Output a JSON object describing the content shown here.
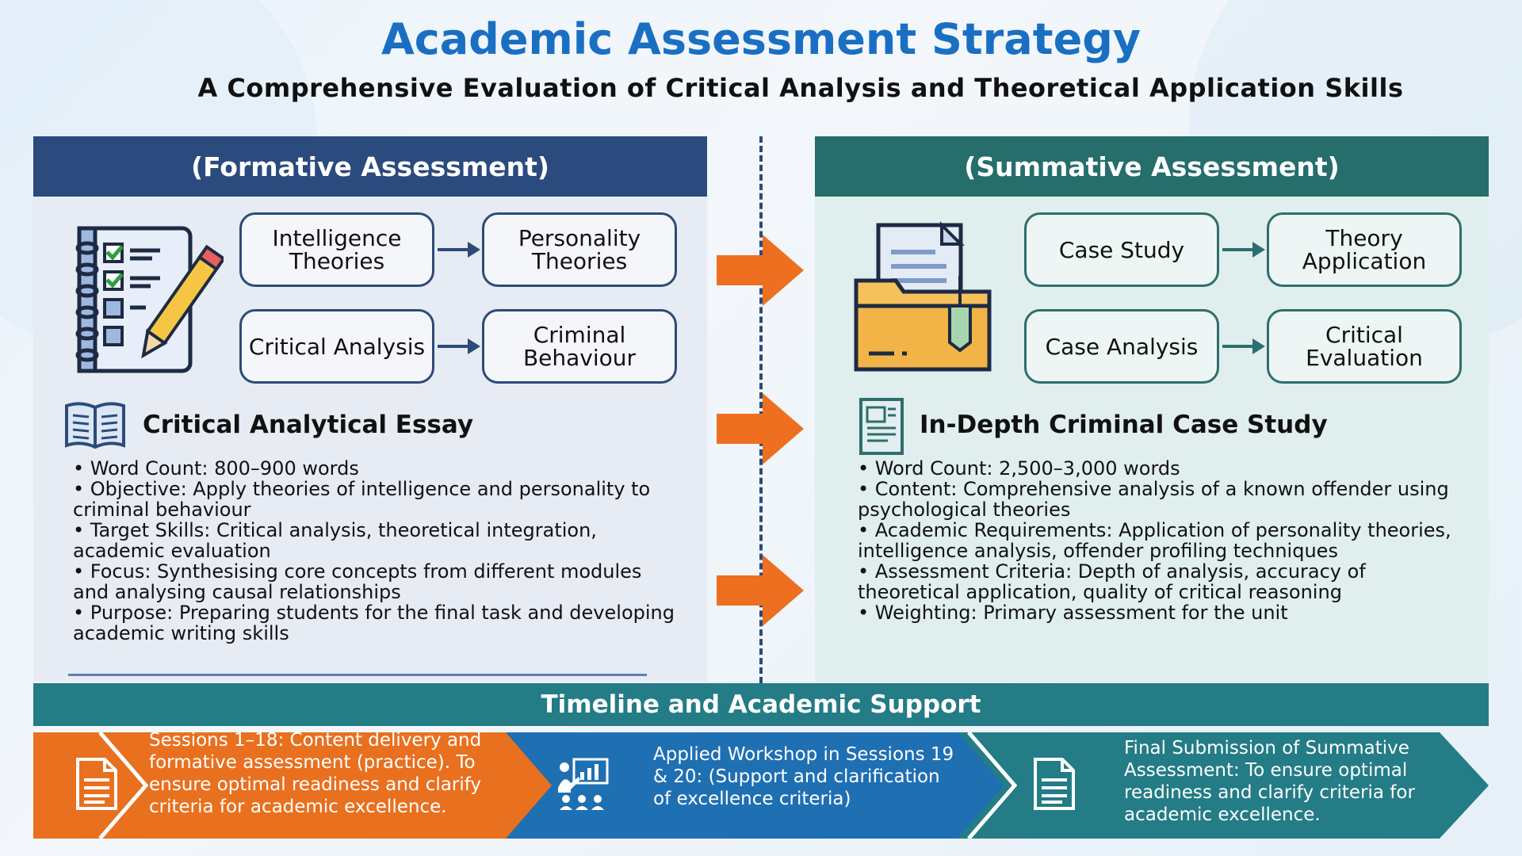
{
  "title": "Academic Assessment Strategy",
  "subtitle": "A Comprehensive Evaluation of Critical Analysis and Theoretical Application Skills",
  "formative": {
    "heading": "(Formative Assessment)",
    "boxes": [
      "Intelligence Theories",
      "Personality Theories",
      "Critical Analysis",
      "Criminal Behaviour"
    ],
    "task_title": "Critical Analytical Essay",
    "bullets": [
      "• Word Count: 800–900 words",
      "• Objective: Apply theories of intelligence and personality to criminal behaviour",
      "• Target Skills: Critical analysis, theoretical integration, academic evaluation",
      "• Focus: Synthesising core concepts from different modules and analysing causal relationships",
      "• Purpose: Preparing students for the final task and developing academic writing skills"
    ]
  },
  "summative": {
    "heading": "(Summative Assessment)",
    "boxes": [
      "Case Study",
      "Theory Application",
      "Case Analysis",
      "Critical Evaluation"
    ],
    "task_title": "In-Depth Criminal Case Study",
    "bullets": [
      "• Word Count: 2,500–3,000 words",
      "• Content: Comprehensive analysis of a known offender using psychological theories",
      "• Academic Requirements: Application of personality theories, intelligence analysis, offender profiling techniques",
      "• Assessment Criteria: Depth of analysis, accuracy of theoretical application, quality of critical reasoning",
      "• Weighting: Primary assessment for the unit"
    ]
  },
  "timeline": {
    "heading": "Timeline and Academic Support",
    "steps": [
      "Sessions 1–18: Content delivery and formative assessment (practice). To ensure optimal readiness and clarify criteria for academic excellence.",
      "Applied Workshop in Sessions 19 & 20: (Support and clarification of excellence criteria)",
      "Final Submission of Summative Assessment: To ensure optimal readiness and clarify criteria for academic excellence."
    ]
  },
  "colors": {
    "title": "#1a6fc2",
    "formative_header": "#2b4a7d",
    "summative_header": "#256e6b",
    "arrow_orange": "#ee6f1f",
    "timeline_orange": "#e8701f",
    "timeline_blue": "#1f6fb3",
    "timeline_teal": "#237c86"
  }
}
